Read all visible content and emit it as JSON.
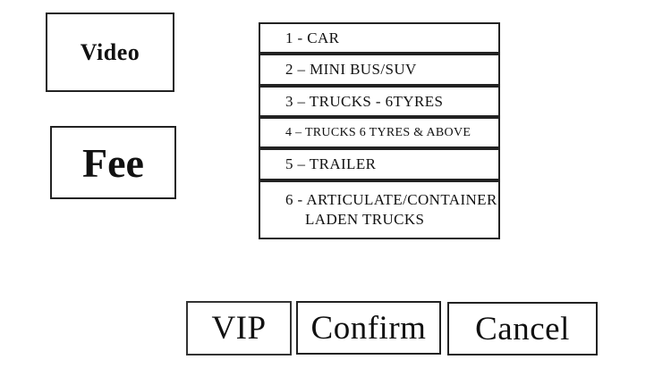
{
  "window": {
    "background": "#ffffff",
    "border_color": "#222222",
    "text_color": "#111111"
  },
  "video_button": {
    "label": "Video"
  },
  "fee_button": {
    "label": "Fee"
  },
  "vehicle_classes": {
    "items": [
      {
        "label": "1 - CAR"
      },
      {
        "label": "2 – MINI BUS/SUV"
      },
      {
        "label": "3 – TRUCKS - 6TYRES"
      },
      {
        "label": "4 – TRUCKS 6 TYRES & ABOVE"
      },
      {
        "label": "5 – TRAILER"
      },
      {
        "label": "6 - ARTICULATE/CONTAINER",
        "label_line2": "LADEN TRUCKS"
      }
    ]
  },
  "actions": {
    "vip_label": "VIP",
    "confirm_label": "Confirm",
    "cancel_label": "Cancel"
  }
}
